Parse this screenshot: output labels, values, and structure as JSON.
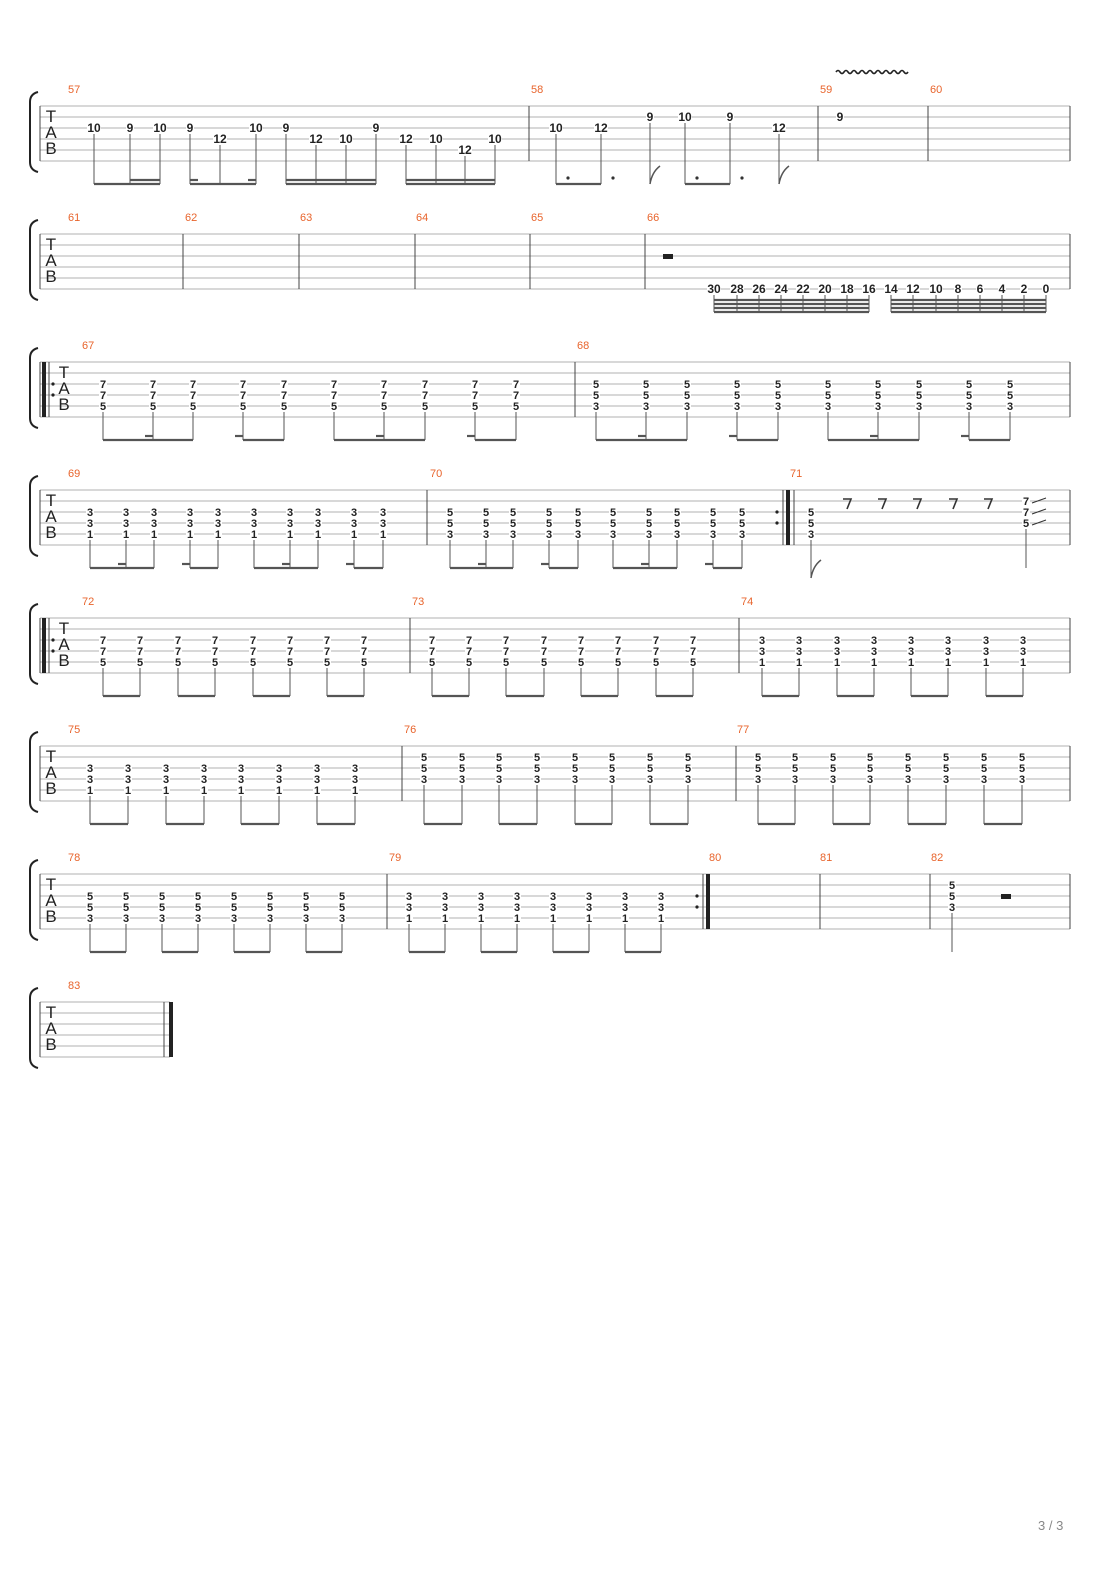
{
  "page": {
    "label": "3 / 3"
  },
  "tab_clef": [
    "T",
    "A",
    "B"
  ],
  "systems": [
    {
      "measures": [
        "57",
        "58",
        "59",
        "60"
      ]
    },
    {
      "measures": [
        "61",
        "62",
        "63",
        "64",
        "65",
        "66"
      ]
    },
    {
      "measures": [
        "67",
        "68"
      ]
    },
    {
      "measures": [
        "69",
        "70",
        "71"
      ]
    },
    {
      "measures": [
        "72",
        "73",
        "74"
      ]
    },
    {
      "measures": [
        "75",
        "76",
        "77"
      ]
    },
    {
      "measures": [
        "78",
        "79",
        "80",
        "81",
        "82"
      ]
    },
    {
      "measures": [
        "83"
      ]
    }
  ],
  "notes": {
    "m57": [
      "10",
      "9",
      "10",
      "9",
      "12",
      "10",
      "9",
      "12",
      "10",
      "9",
      "12",
      "10",
      "12",
      "10"
    ],
    "m58": [
      "10",
      "12",
      "9",
      "10",
      "9",
      "12"
    ],
    "m59": [
      "9"
    ],
    "m66": [
      "30",
      "28",
      "26",
      "24",
      "22",
      "20",
      "18",
      "16",
      "14",
      "12",
      "10",
      "8",
      "6",
      "4",
      "2",
      "0"
    ],
    "chords": {
      "c775": [
        "7",
        "7",
        "5"
      ],
      "c553": [
        "5",
        "5",
        "3"
      ],
      "c331": [
        "3",
        "3",
        "1"
      ]
    },
    "m71_first": [
      "5",
      "5",
      "3"
    ],
    "m71_last": [
      "7",
      "7",
      "5"
    ],
    "m82": [
      "5",
      "5",
      "3"
    ]
  }
}
